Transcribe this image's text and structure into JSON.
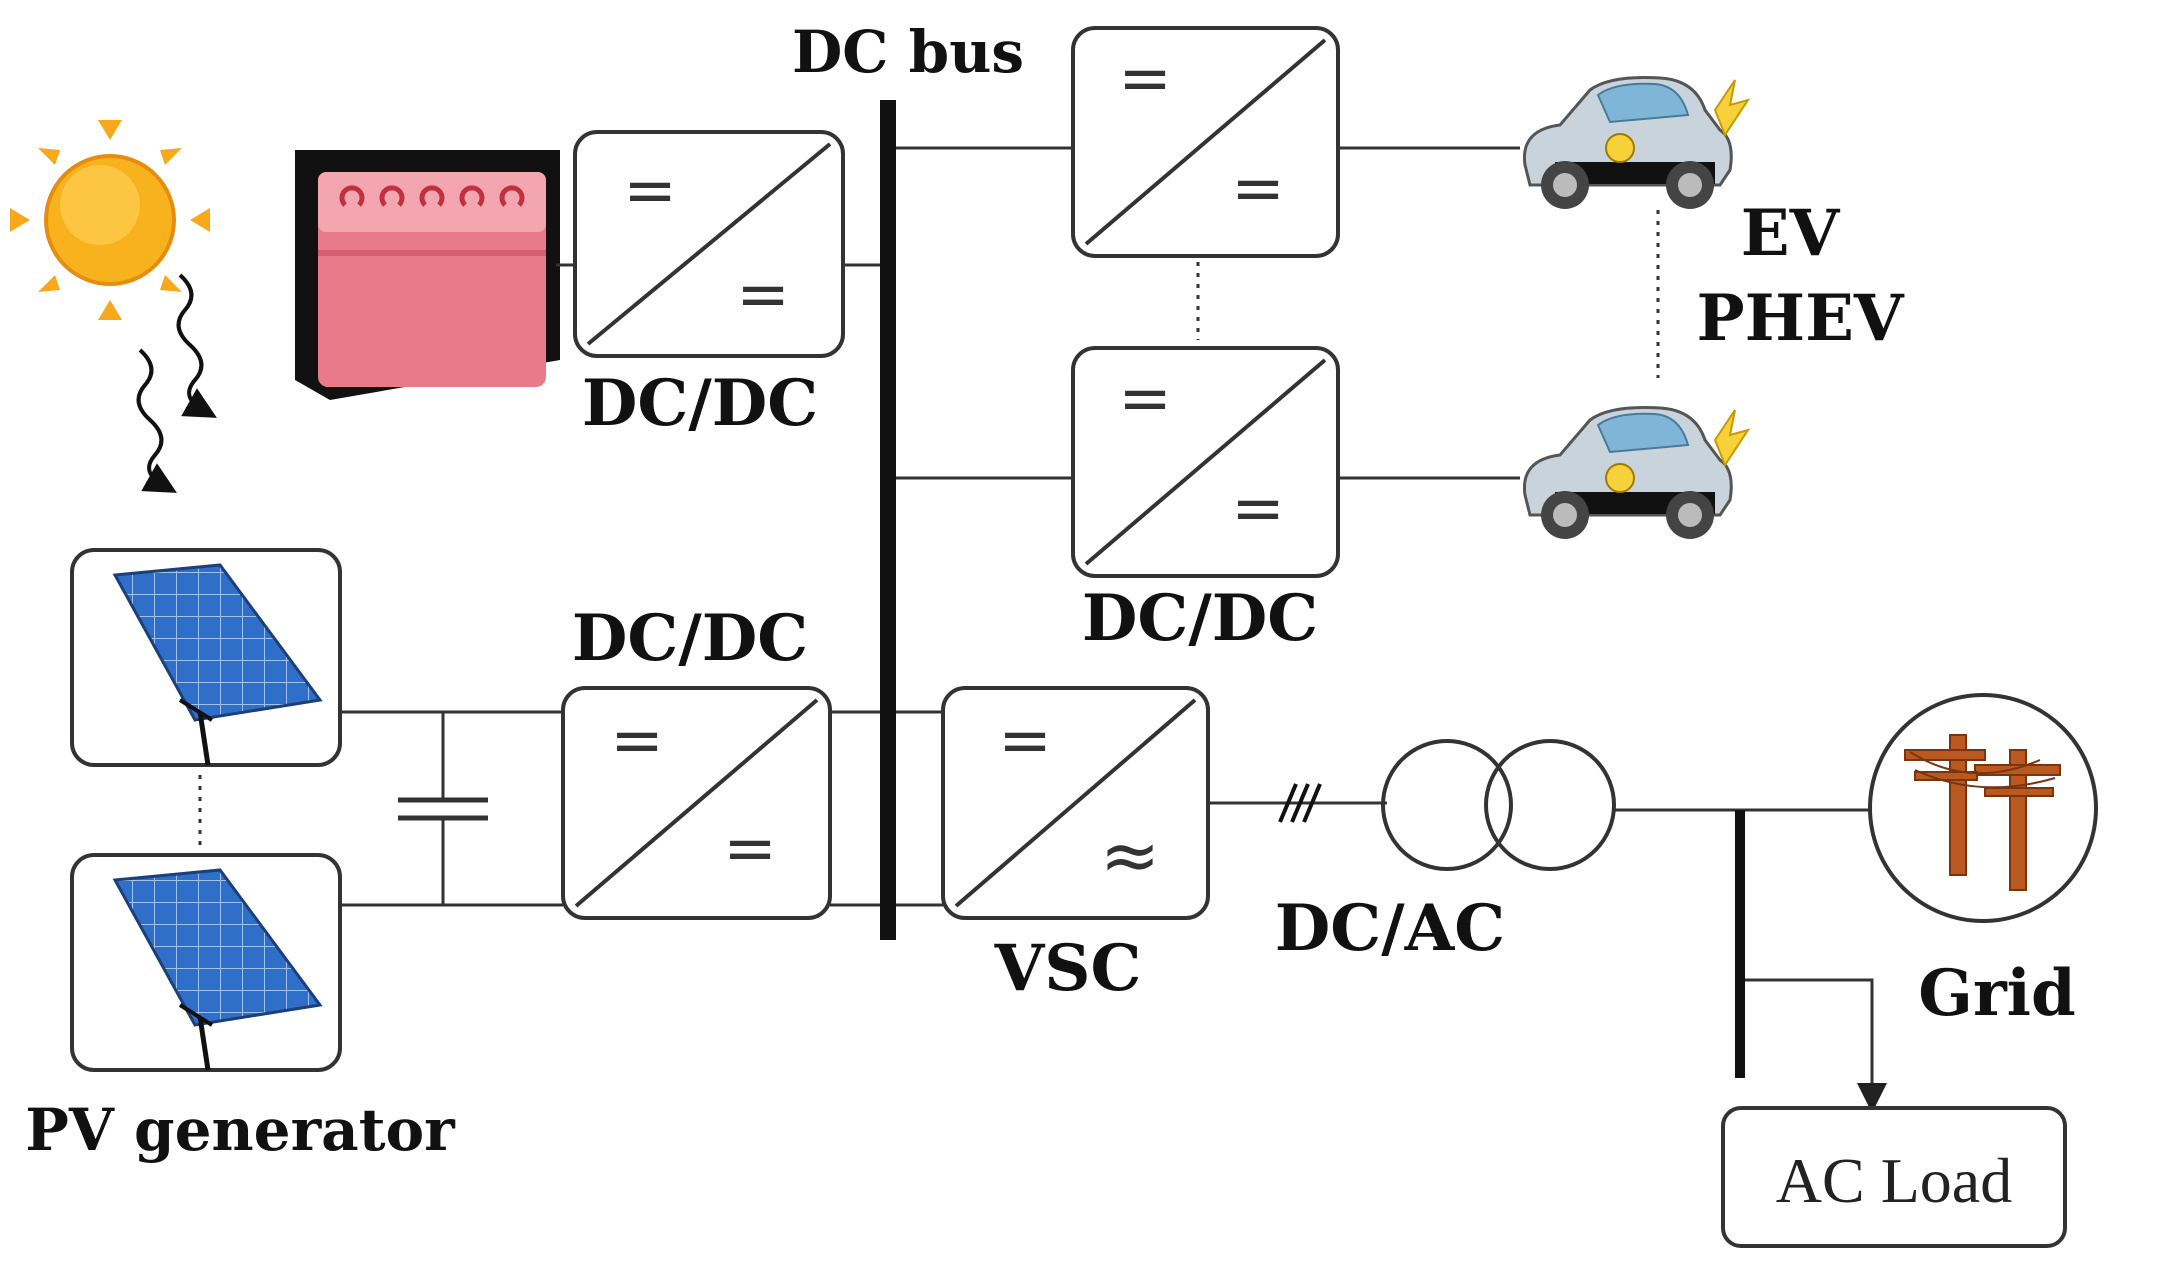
{
  "labels": {
    "dc_bus": "DC bus",
    "dcdc_battery": "DC/DC",
    "dcdc_pv": "DC/DC",
    "dcdc_ev": "DC/DC",
    "ev": "EV",
    "phev": "PHEV",
    "vsc": "VSC",
    "dcac": "DC/AC",
    "grid": "Grid",
    "ac_load": "AC Load",
    "pv_generator": "PV generator"
  },
  "converter_symbols": {
    "dc": "=",
    "ac": "≈"
  },
  "icons": {
    "sun": "sun-icon",
    "battery": "battery-icon",
    "solar_panel": "solar-panel-icon",
    "electric_car": "electric-car-icon",
    "power_pylon": "power-pylon-icon",
    "transformer": "transformer-icon",
    "capacitor": "capacitor-icon"
  },
  "colors": {
    "line": "#333333",
    "battery": "#e87a8a",
    "sun": "#f7a81b",
    "panel": "#2f6fc9",
    "pylon": "#b9581f",
    "car": "#c9d3db"
  }
}
